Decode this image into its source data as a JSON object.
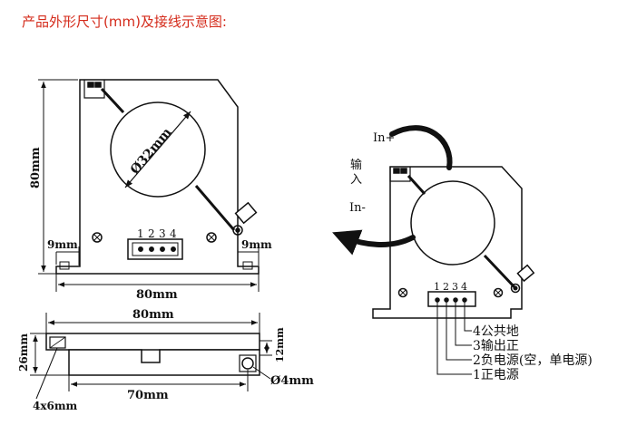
{
  "heading": "产品外形尺寸(mm)及接线示意图:",
  "front_view": {
    "height_label": "80mm",
    "diameter_label": "Ø32mm",
    "pins": [
      "1",
      "2",
      "3",
      "4"
    ],
    "left_margin_label": "9mm",
    "right_margin_label": "9mm",
    "width_label": "80mm"
  },
  "side_view": {
    "width_label": "80mm",
    "height_label": "26mm",
    "bottom_label": "70mm",
    "slot_label": "4x6mm",
    "thickness_label": "12mm",
    "hole_label": "Ø4mm"
  },
  "wiring": {
    "in_plus": "In+",
    "in_minus": "In-",
    "input_label": "输入",
    "pins": [
      "1",
      "2",
      "3",
      "4"
    ],
    "legend": [
      "4公共地",
      "3输出正",
      "2负电源(空，单电源)",
      "1正电源"
    ]
  },
  "colors": {
    "heading": "#d42a1a",
    "line": "#111111"
  }
}
